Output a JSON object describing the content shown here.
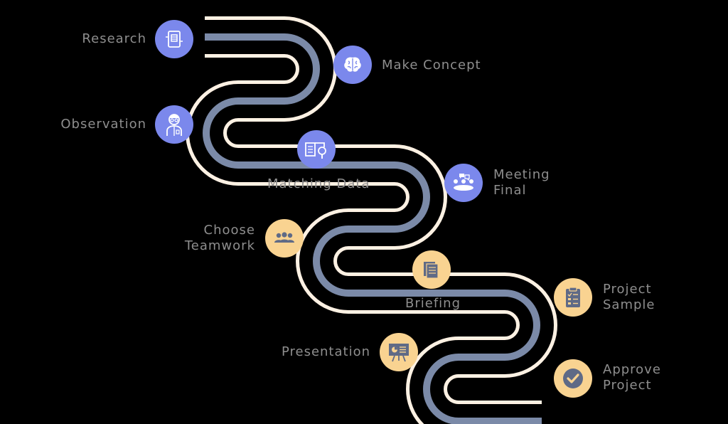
{
  "colors": {
    "background": "#000000",
    "road_outer": "#fdf1e3",
    "road_center": "#7b8aa8",
    "blue_node": "#7b88ec",
    "orange_node": "#f9d391",
    "label_text": "#8e8e8e"
  },
  "steps": [
    {
      "id": "research",
      "line1": "Research",
      "line2": "",
      "icon": "document-icon",
      "color": "blue"
    },
    {
      "id": "make-concept",
      "line1": "Make Concept",
      "line2": "",
      "icon": "brain-icon",
      "color": "blue"
    },
    {
      "id": "observation",
      "line1": "Observation",
      "line2": "",
      "icon": "scientist-icon",
      "color": "blue"
    },
    {
      "id": "matching-data",
      "line1": "Matching Data",
      "line2": "",
      "icon": "book-search-icon",
      "color": "blue"
    },
    {
      "id": "meeting-final",
      "line1": "Meeting",
      "line2": "Final",
      "icon": "meeting-table-icon",
      "color": "blue"
    },
    {
      "id": "choose-teamwork",
      "line1": "Choose",
      "line2": "Teamwork",
      "icon": "team-icon",
      "color": "orange"
    },
    {
      "id": "briefing",
      "line1": "Briefing",
      "line2": "",
      "icon": "documents-stack-icon",
      "color": "orange"
    },
    {
      "id": "project-sample",
      "line1": "Project",
      "line2": "Sample",
      "icon": "clipboard-checklist-icon",
      "color": "orange"
    },
    {
      "id": "presentation",
      "line1": "Presentation",
      "line2": "",
      "icon": "presentation-board-icon",
      "color": "orange"
    },
    {
      "id": "approve-project",
      "line1": "Approve",
      "line2": "Project",
      "icon": "checkmark-icon",
      "color": "orange"
    }
  ]
}
